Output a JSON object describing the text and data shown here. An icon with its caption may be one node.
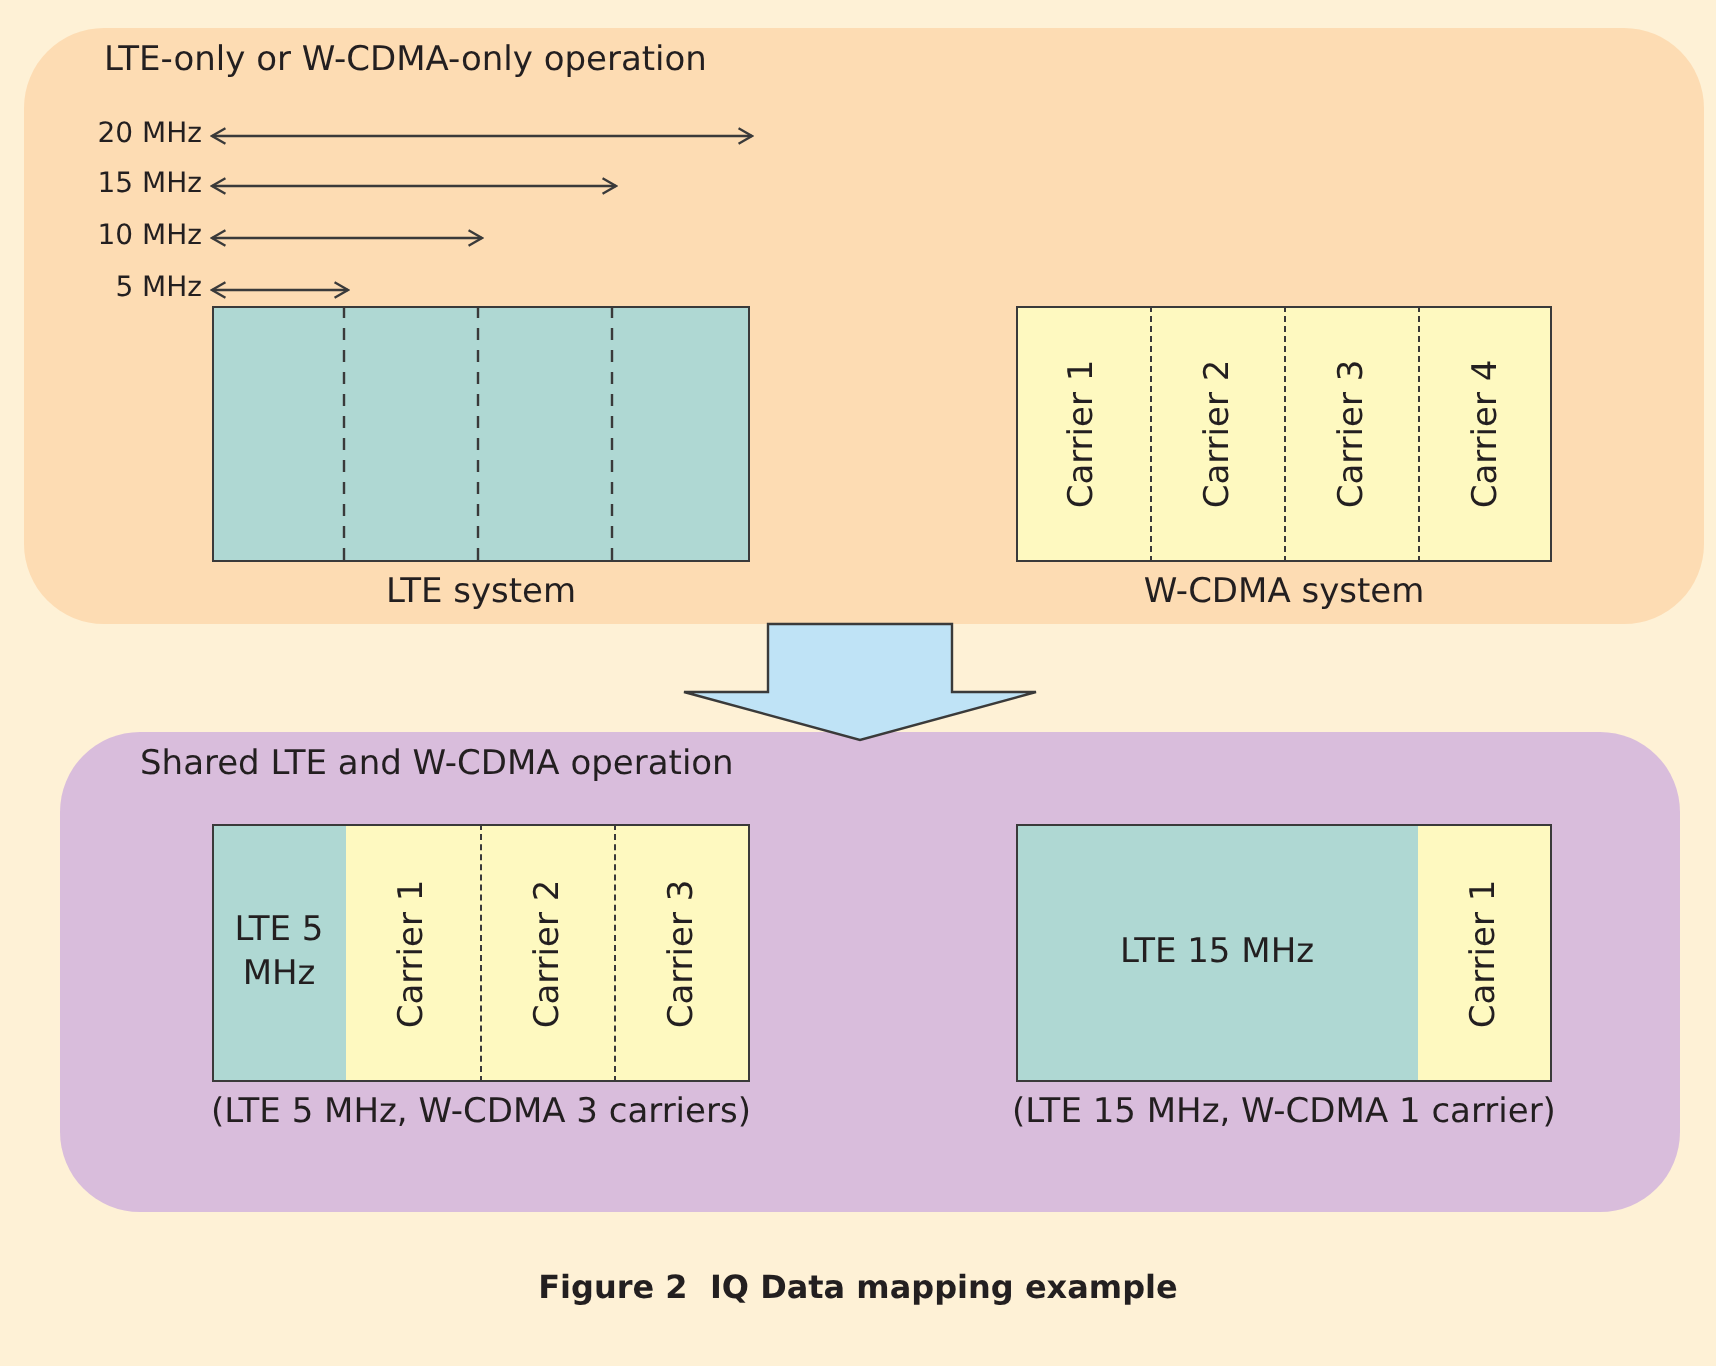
{
  "diagram": {
    "caption": "Figure 2  IQ Data mapping example",
    "nodes": [
      {
        "text": [
          "LTE-only or W-CDMA-only operation"
        ]
      },
      {
        "text": [],
        "shape": "box",
        "in": 0,
        "beside": [
          "LTE system"
        ]
      },
      {
        "text": [],
        "shape": "box",
        "in": 0,
        "beside": [
          "W-CDMA system"
        ]
      },
      {
        "text": [
          "Carrier 1"
        ],
        "in": 2
      },
      {
        "text": [
          "Carrier 2"
        ],
        "in": 2
      },
      {
        "text": [
          "Carrier 3"
        ],
        "in": 2
      },
      {
        "text": [
          "Carrier 4"
        ],
        "in": 2
      },
      {
        "text": [
          "Shared LTE and W-CDMA operation"
        ]
      },
      {
        "text": [],
        "shape": "box",
        "in": 7,
        "beside": [
          "(LTE 5 MHz, W-CDMA 3 carriers)"
        ]
      },
      {
        "text": [
          "LTE 5 MHz"
        ],
        "in": 8
      },
      {
        "text": [
          "Carrier 1"
        ],
        "in": 8
      },
      {
        "text": [
          "Carrier 2"
        ],
        "in": 8
      },
      {
        "text": [
          "Carrier 3"
        ],
        "in": 8
      },
      {
        "text": [],
        "shape": "box",
        "in": 7,
        "beside": [
          "(LTE 15 MHz, W-CDMA 1 carrier)"
        ]
      },
      {
        "text": [
          "LTE 15 MHz"
        ],
        "in": 13
      },
      {
        "text": [
          "Carrier 1"
        ],
        "in": 13
      }
    ],
    "edges": [
      {
        "from": 0,
        "to": 7,
        "arrow": "to"
      }
    ],
    "labels": [
      "20 MHz",
      "15 MHz",
      "10 MHz",
      "5 MHz"
    ]
  }
}
